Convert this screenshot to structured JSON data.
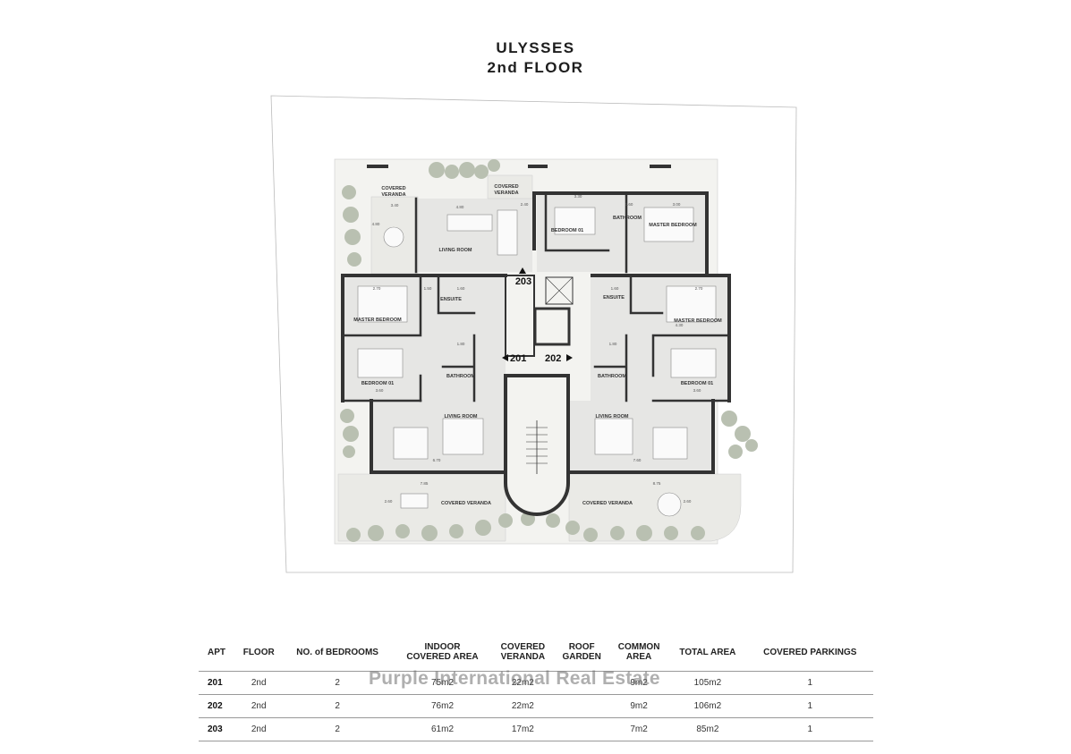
{
  "header": {
    "title": "ULYSSES",
    "subtitle": "2nd FLOOR"
  },
  "plan": {
    "rooms": {
      "covered_veranda_nw_1": "COVERED",
      "covered_veranda_nw_2": "VERANDA",
      "covered_veranda_n_1": "COVERED",
      "covered_veranda_n_2": "VERANDA",
      "living_203": "LIVING ROOM",
      "bedroom_203": "BEDROOM 01",
      "bathroom_203": "BATHROOM",
      "master_203": "MASTER BEDROOM",
      "ensuite_201": "ENSUITE",
      "master_201": "MASTER BEDROOM",
      "bedroom_201": "BEDROOM 01",
      "bathroom_201": "BATHROOM",
      "living_201": "LIVING ROOM",
      "veranda_201": "COVERED VERANDA",
      "ensuite_202": "ENSUITE",
      "master_202": "MASTER BEDROOM",
      "bedroom_202": "BEDROOM 01",
      "bathroom_202": "BATHROOM",
      "living_202": "LIVING ROOM",
      "veranda_202": "COVERED VERANDA"
    },
    "dims": {
      "d1": "3.40",
      "d2": "4.80",
      "d3": "2.40",
      "d4": "3.30",
      "d5": "1.60",
      "d6": "3.00",
      "d7": "2.70",
      "d8": "1.50",
      "d9": "1.60",
      "d10": "1.80",
      "d11": "3.60",
      "d12": "6.70",
      "d13": "7.85",
      "d14": "2.60",
      "d15": "1.60",
      "d16": "1.80",
      "d17": "3.60",
      "d18": "7.60",
      "d19": "8.75",
      "d20": "2.60",
      "d21": "2.70",
      "d22": "4.30"
    },
    "apartments": {
      "a201": "201",
      "a202": "202",
      "a203": "203"
    }
  },
  "table": {
    "headers": [
      [
        "APT"
      ],
      [
        "FLOOR"
      ],
      [
        "NO. of BEDROOMS"
      ],
      [
        "INDOOR",
        "COVERED AREA"
      ],
      [
        "COVERED",
        "VERANDA"
      ],
      [
        "ROOF",
        "GARDEN"
      ],
      [
        "COMMON",
        "AREA"
      ],
      [
        "TOTAL AREA"
      ],
      [
        "COVERED PARKINGS"
      ]
    ],
    "rows": [
      [
        "201",
        "2nd",
        "2",
        "75m2",
        "22m2",
        "",
        "9m2",
        "105m2",
        "1"
      ],
      [
        "202",
        "2nd",
        "2",
        "76m2",
        "22m2",
        "",
        "9m2",
        "106m2",
        "1"
      ],
      [
        "203",
        "2nd",
        "2",
        "61m2",
        "17m2",
        "",
        "7m2",
        "85m2",
        "1"
      ]
    ]
  },
  "watermark": "Purple International Real Estate"
}
